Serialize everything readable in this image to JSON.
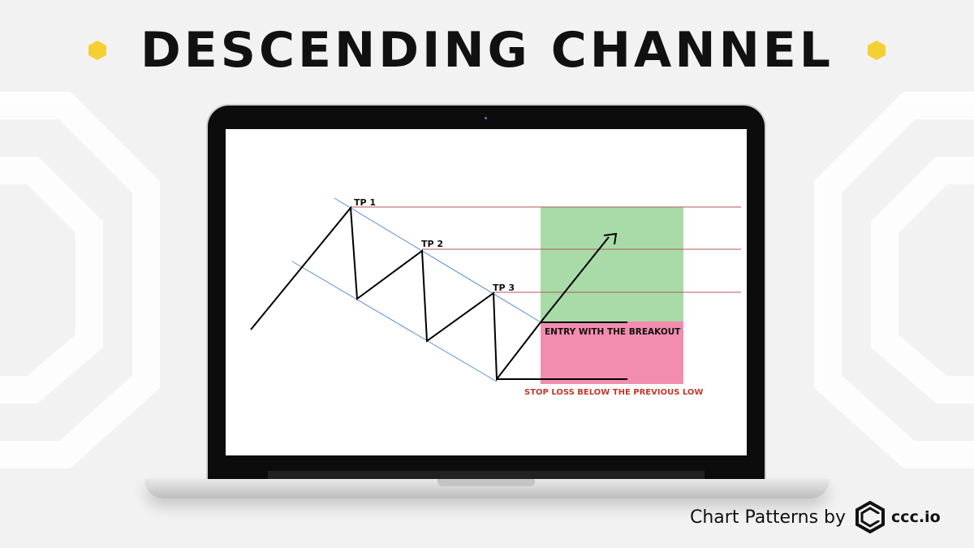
{
  "title": "DESCENDING CHANNEL",
  "colors": {
    "bullet": "#f5d033",
    "profit_zone": "#a8dba8",
    "loss_zone": "#f28db0",
    "channel_line": "#5b8fd9",
    "target_line": "#b55a5a",
    "stop_loss_text": "#c0392b"
  },
  "diagram": {
    "target_labels": [
      "TP 3",
      "TP 2",
      "TP 1"
    ],
    "entry_label": "ENTRY WITH THE BREAKOUT",
    "stop_loss_label": "STOP LOSS BELOW THE PREVIOUS LOW"
  },
  "footer": {
    "text": "Chart Patterns by",
    "brand": "ccc.io",
    "logo_icon": "ccc-hexagon-logo-icon"
  }
}
